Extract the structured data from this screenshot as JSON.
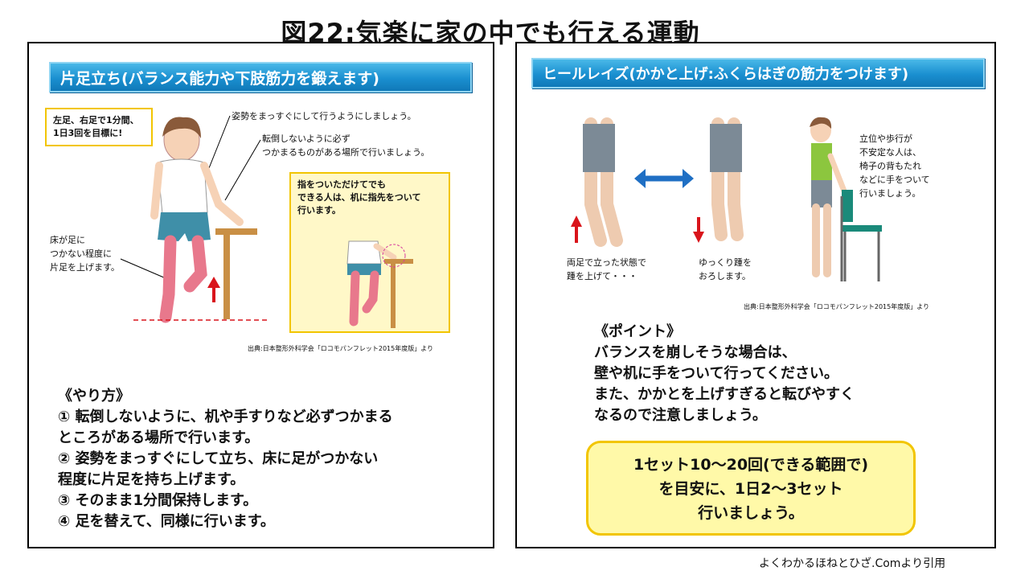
{
  "title": "図22:気楽に家の中でも行える運動",
  "left": {
    "banner": "片足立ち(バランス能力や下肢筋力を鍛えます)",
    "goal": [
      "左足、右足で1分間、",
      "1日3回を目標に!"
    ],
    "callout1": "姿勢をまっすぐにして行うようにしましょう。",
    "callout2": [
      "転倒しないように必ず",
      "つかまるものがある場所で行いましょう。"
    ],
    "callout3": [
      "床が足に",
      "つかない程度に",
      "片足を上げます。"
    ],
    "tip": [
      "指をついただけてでも",
      "できる人は、机に指先をついて",
      "行います。"
    ],
    "source": "出典:日本整形外科学会「ロコモパンフレット2015年度版」より",
    "method_heading": "《やり方》",
    "method": [
      "① 転倒しないように、机や手すりなど必ずつかまる",
      "ところがある場所で行います。",
      "② 姿勢をまっすぐにして立ち、床に足がつかない",
      "程度に片足を持ち上げます。",
      "③ そのまま1分間保持します。",
      "④ 足を替えて、同様に行います。"
    ]
  },
  "right": {
    "banner": "ヒールレイズ(かかと上げ:ふくらはぎの筋力をつけます)",
    "cap1": [
      "両足で立った状態で",
      "踵を上げて・・・"
    ],
    "cap2": [
      "ゆっくり踵を",
      "おろします。"
    ],
    "cap3": [
      "立位や歩行が",
      "不安定な人は、",
      "椅子の背もたれ",
      "などに手をついて",
      "行いましょう。"
    ],
    "source": "出典:日本整形外科学会「ロコモパンフレット2015年度版」より",
    "points_heading": "《ポイント》",
    "points": [
      "バランスを崩しそうな場合は、",
      "壁や机に手をついて行ってください。",
      "また、かかとを上げすぎると転びやすく",
      "なるので注意しましょう。"
    ],
    "reps": [
      "1セット10〜20回(できる範囲で)",
      "を目安に、1日2〜3セット",
      "行いましょう。"
    ]
  },
  "credit": "よくわかるほねとひざ.Comより引用",
  "colors": {
    "banner": "#1a8fd0",
    "highlight_border": "#f2c500",
    "highlight_fill": "#fff9a8",
    "arrow_red": "#d9141b",
    "arrow_blue": "#1f6fc4"
  }
}
